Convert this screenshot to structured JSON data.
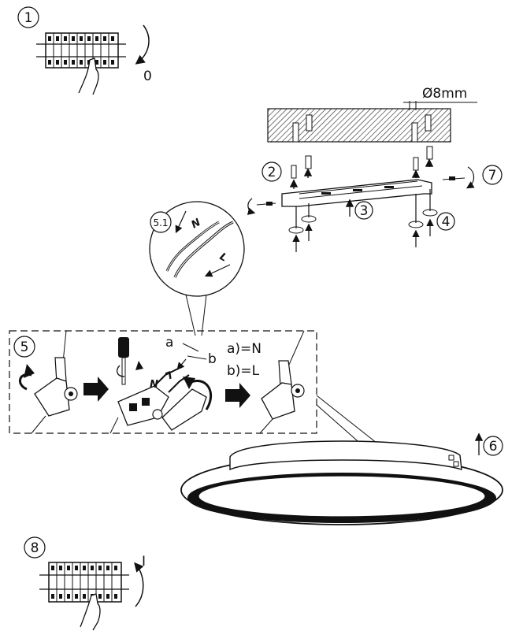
{
  "steps": {
    "s1": "1",
    "s2": "2",
    "s3": "3",
    "s4": "4",
    "s5": "5",
    "s5_1": "5.1",
    "s6": "6",
    "s7": "7",
    "s8": "8"
  },
  "labels": {
    "switch_off": "0",
    "switch_on": "I",
    "drill_diameter": "Ø8mm",
    "wire_a": "a",
    "wire_b": "b",
    "legend_a": "a)=N",
    "legend_b": "b)=L",
    "wire_n": "N",
    "wire_l": "L",
    "terminal_n": "N",
    "terminal_l": "L"
  }
}
